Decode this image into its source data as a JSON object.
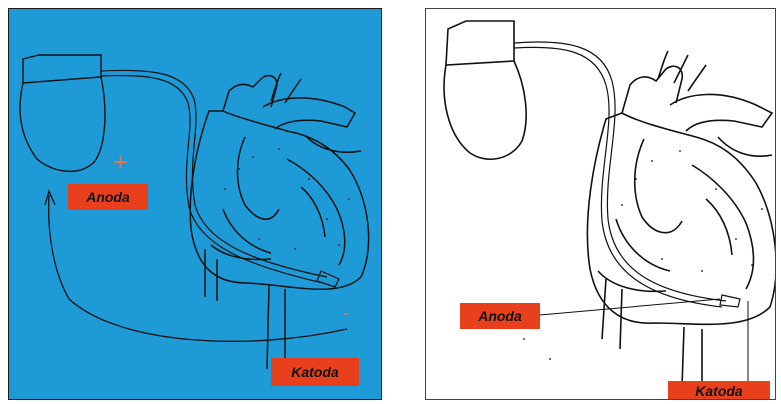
{
  "colors": {
    "left_background": "#1e9ad6",
    "label_fill": "#e8401c",
    "line_color": "#111111"
  },
  "left_panel": {
    "anode_label": "Anoda",
    "cathode_label": "Katoda",
    "plus_sign": "+",
    "minus_sign": "-"
  },
  "right_panel": {
    "anode_label": "Anoda",
    "cathode_label": "Katoda"
  }
}
